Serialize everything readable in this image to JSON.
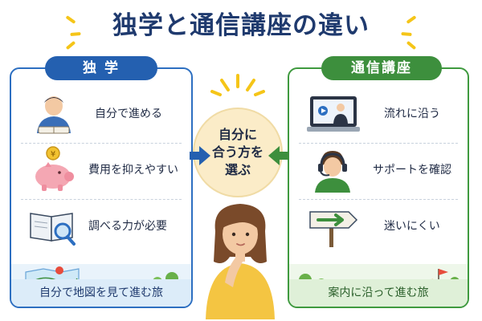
{
  "title": "独学と通信講座の違い",
  "left": {
    "header": "独 学",
    "items": [
      "自分で進める",
      "費用を抑えやすい",
      "調べる力が必要"
    ],
    "footer": "自分で地図を見て進む旅"
  },
  "right": {
    "header": "通信講座",
    "items": [
      "流れに沿う",
      "サポートを確認",
      "迷いにくい"
    ],
    "footer": "案内に沿って進む旅"
  },
  "center": {
    "lines": [
      "自分に",
      "合う方を",
      "選ぶ"
    ]
  },
  "colors": {
    "left_accent": "#2460b0",
    "right_accent": "#3d8f3d",
    "title": "#1f3a6e",
    "center_bg": "#fbecc8",
    "sparkle": "#f5c518"
  },
  "icons": {
    "left": [
      "studying-person-icon",
      "piggy-bank-icon",
      "book-magnifier-icon",
      "map-pin-icon"
    ],
    "right": [
      "video-lecture-icon",
      "headset-support-icon",
      "direction-sign-icon",
      "goal-flag-icon"
    ]
  }
}
